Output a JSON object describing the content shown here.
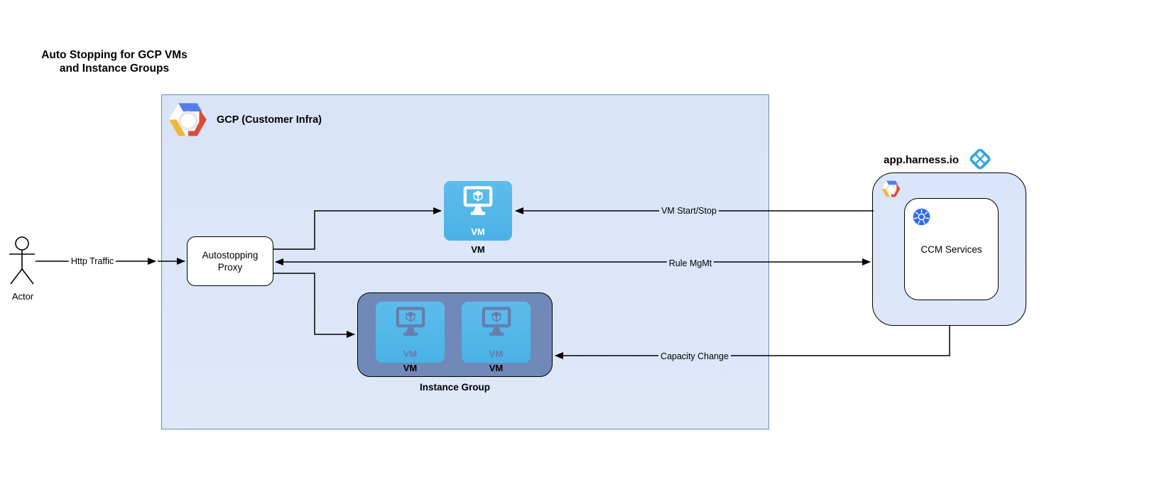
{
  "diagram_title": {
    "line1": "Auto Stopping for GCP VMs",
    "line2": "and Instance Groups"
  },
  "actor": {
    "label": "Actor"
  },
  "edges": {
    "http_traffic": {
      "label": "Http Traffic"
    },
    "vm_start_stop": {
      "label": "VM Start/Stop"
    },
    "rule_mgmt": {
      "label": "Rule MgMt"
    },
    "capacity_change": {
      "label": "Capacity Change"
    }
  },
  "gcp": {
    "label": "GCP (Customer Infra)"
  },
  "proxy": {
    "line1": "Autostopping",
    "line2": "Proxy"
  },
  "vm_node": {
    "icon_label": "VM",
    "caption": "VM"
  },
  "instance_group": {
    "caption": "Instance Group",
    "vms": [
      {
        "icon_label": "VM",
        "caption": "VM"
      },
      {
        "icon_label": "VM",
        "caption": "VM"
      }
    ]
  },
  "harness": {
    "domain": "app.harness.io",
    "ccm": {
      "label": "CCM Services"
    }
  },
  "icons": {
    "gcp_logo": "gcp-hexagon-logo",
    "kubernetes": "kubernetes-helm-wheel",
    "harness": "harness-diamond-logo",
    "vm_monitor": "vm-monitor-cube",
    "actor_figure": "uml-actor-stick-figure"
  },
  "colors": {
    "gcp_fill": "#dbe5f8",
    "gcp_border": "#6c8ebf",
    "harness_fill": "#dae8fc",
    "vm_blue": "#54b8e9",
    "instance_group_fill": "#7089b8",
    "instance_group_glyph": "#66 7eae",
    "kubernetes_blue": "#326ce5",
    "harness_blue": "#2fa7e2",
    "edge": "#000000"
  }
}
